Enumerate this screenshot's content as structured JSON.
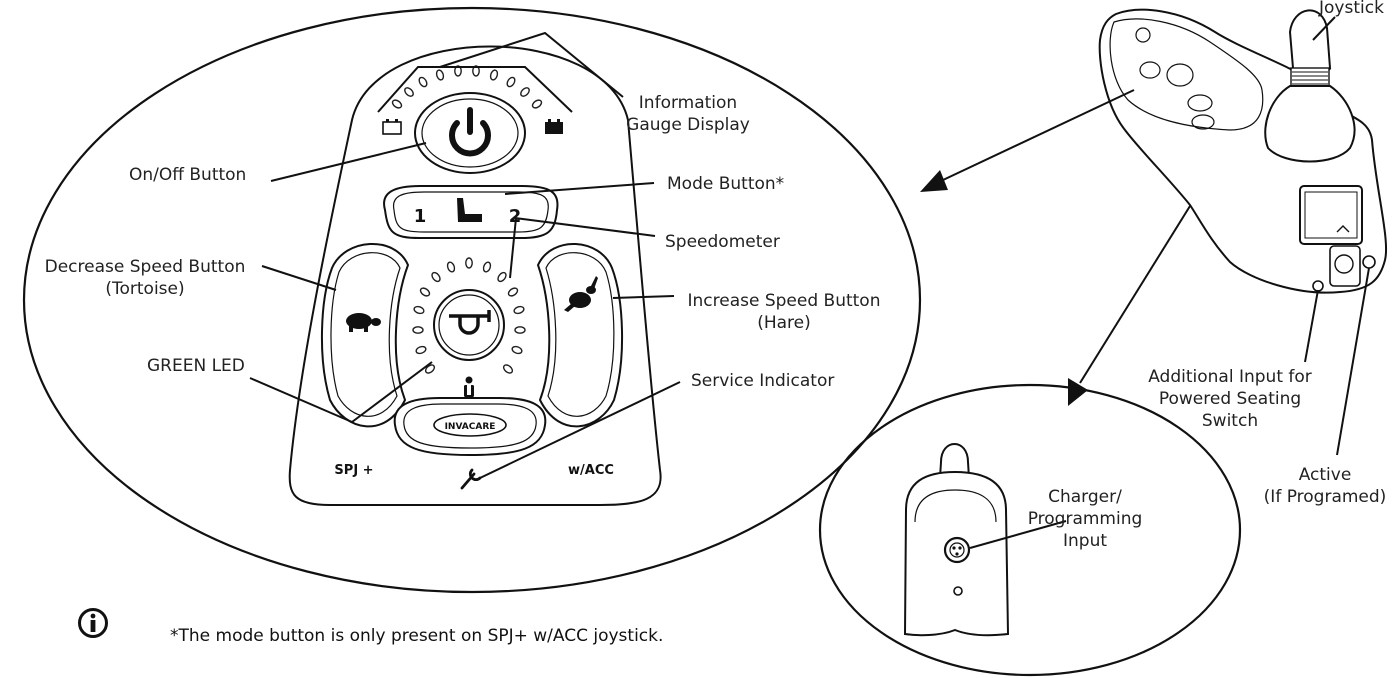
{
  "labels": {
    "joystick": "Joystick",
    "info_gauge_line1": "Information",
    "info_gauge_line2": "Gauge Display",
    "on_off": "On/Off Button",
    "mode": "Mode Button*",
    "speedometer": "Speedometer",
    "decrease_line1": "Decrease Speed Button",
    "decrease_line2": "(Tortoise)",
    "increase_line1": "Increase Speed Button",
    "increase_line2": "(Hare)",
    "green_led": "GREEN LED",
    "service": "Service Indicator",
    "additional_line1": "Additional Input for",
    "additional_line2": "Powered Seating",
    "additional_line3": "Switch",
    "charger_line1": "Charger/",
    "charger_line2": "Programming",
    "charger_line3": "Input",
    "active_line1": "Active",
    "active_line2": "(If Programed)"
  },
  "panel": {
    "mode_left": "1",
    "mode_right": "2",
    "brand": "INVACARE",
    "model_left": "SPJ +",
    "model_right": "w/ACC"
  },
  "note": "*The mode button is only present on SPJ+ w/ACC joystick."
}
